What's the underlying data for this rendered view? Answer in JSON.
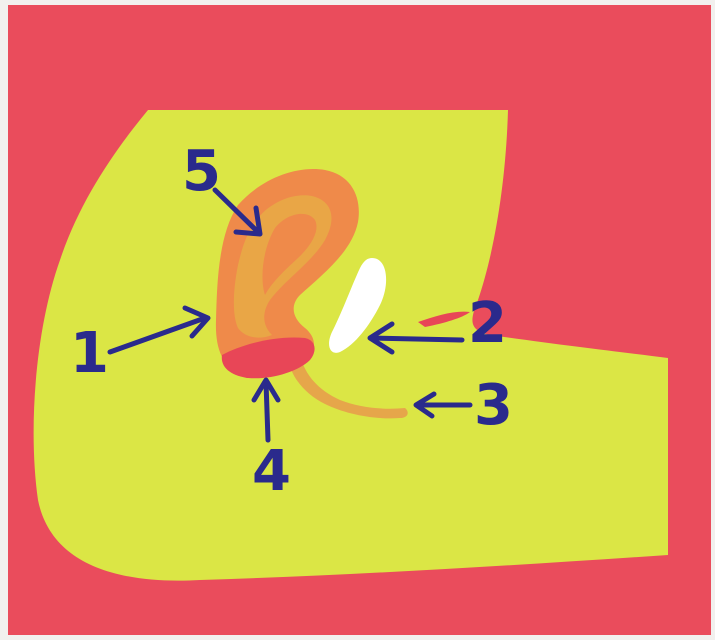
{
  "colors": {
    "background": "#ea4c5c",
    "body": "#dbe645",
    "organ_outer": "#ef8a4a",
    "organ_inner": "#e9a646",
    "cavity_red": "#e84657",
    "white_structure": "#ffffff",
    "tube": "#e6a64a",
    "ink": "#2a2a8c"
  },
  "icons": {
    "arrow": "hand-drawn-arrow"
  },
  "labels": [
    {
      "id": "1",
      "text": "1"
    },
    {
      "id": "2",
      "text": "2"
    },
    {
      "id": "3",
      "text": "3"
    },
    {
      "id": "4",
      "text": "4"
    },
    {
      "id": "5",
      "text": "5"
    }
  ]
}
